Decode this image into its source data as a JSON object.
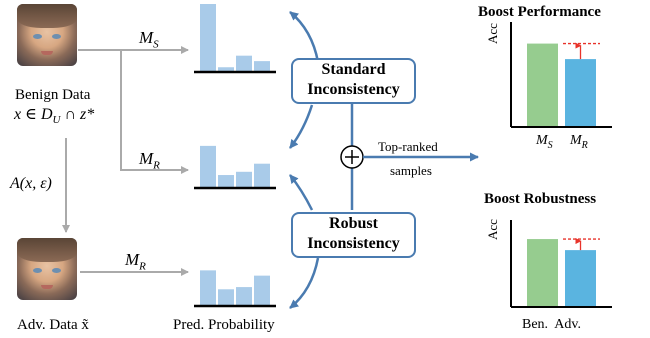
{
  "left": {
    "benign_title": "Benign Data",
    "benign_formula": "x ∈ D",
    "benign_formula_sub": "U",
    "benign_formula_tail": " ∩ z*",
    "attack_label": "A(x, ε)",
    "adv_label": "Adv. Data x̃"
  },
  "models": {
    "ms": "M",
    "ms_sub": "S",
    "mr": "M",
    "mr_sub": "R"
  },
  "prob_caption": "Pred. Probability",
  "boxes": {
    "standard_line1": "Standard",
    "standard_line2": "Inconsistency",
    "robust_line1": "Robust",
    "robust_line2": "Inconsistency"
  },
  "top_ranked": {
    "line1": "Top-ranked",
    "line2": "samples"
  },
  "performance": {
    "title": "Boost Performance",
    "ylabel": "Acc",
    "xlabel1": "M",
    "xlabel1_sub": "S",
    "xlabel2": "M",
    "xlabel2_sub": "R"
  },
  "robustness": {
    "title": "Boost Robustness",
    "ylabel": "Acc",
    "xlabels": "Ben.  Adv."
  },
  "colors": {
    "arrow_gray": "#aaaaaa",
    "flow_blue": "#4a7bb0",
    "bar_light_blue": "#a9cbe9",
    "bar_green": "#96cc8f",
    "bar_blue": "#5ab4e0",
    "boost_red": "#e8332a"
  },
  "chart_data": [
    {
      "type": "bar",
      "values": [
        1.0,
        0.07,
        0.24,
        0.16
      ]
    },
    {
      "type": "bar",
      "values": [
        0.78,
        0.24,
        0.3,
        0.45
      ]
    },
    {
      "type": "bar",
      "values": [
        0.81,
        0.38,
        0.43,
        0.69
      ]
    },
    {
      "type": "bar",
      "categories": [
        "M_S",
        "M_R"
      ],
      "values": [
        0.86,
        0.7
      ]
    },
    {
      "type": "bar",
      "categories": [
        "Ben.",
        "Adv."
      ],
      "values": [
        0.86,
        0.72
      ]
    }
  ]
}
